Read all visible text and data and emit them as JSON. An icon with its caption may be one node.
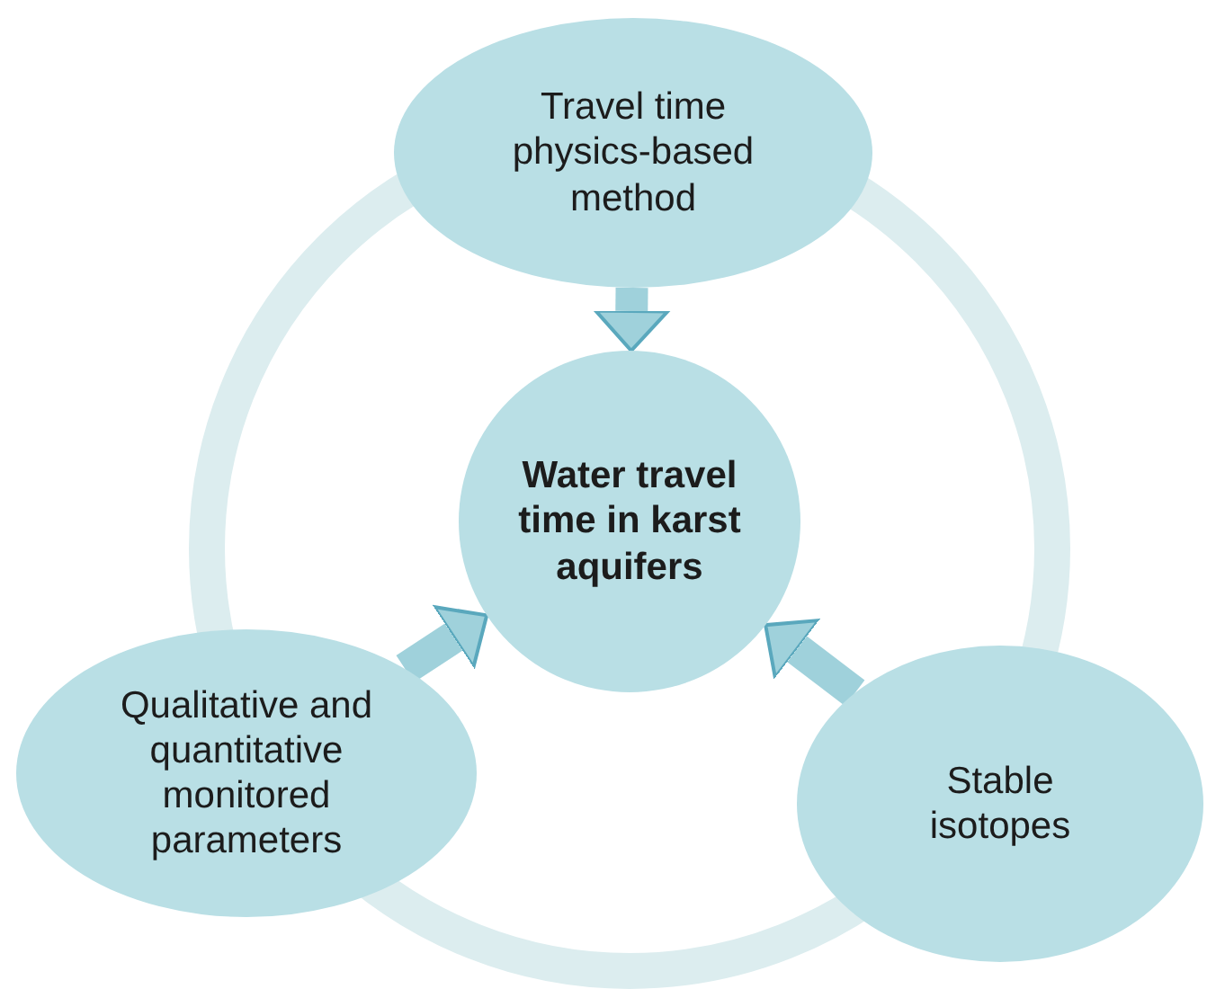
{
  "diagram": {
    "nodes": [
      {
        "text": [
          "Travel time physics-based method"
        ]
      },
      {
        "text": [
          "Water travel time in karst aquifers"
        ]
      },
      {
        "text": [
          "Qualitative and quantitative monitored parameters"
        ]
      },
      {
        "text": [
          "Stable isotopes"
        ]
      }
    ],
    "edges": [
      {
        "from": 0,
        "to": 1,
        "arrow": "to"
      },
      {
        "from": 2,
        "to": 1,
        "arrow": "to"
      },
      {
        "from": 3,
        "to": 1,
        "arrow": "to"
      }
    ]
  }
}
